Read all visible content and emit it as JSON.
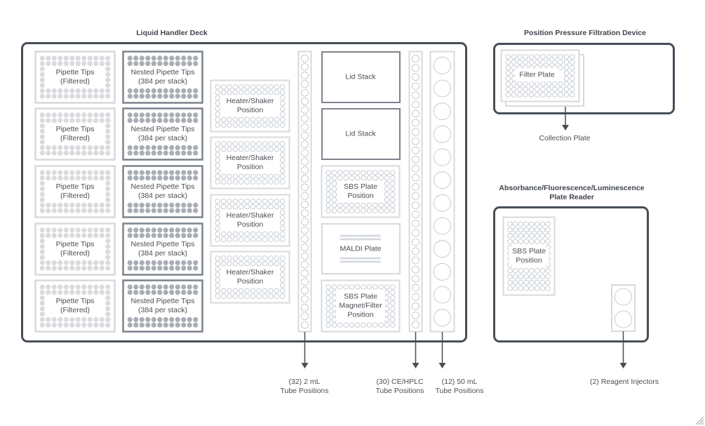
{
  "deck": {
    "title": "Liquid Handler Deck",
    "pipette_tips": [
      {
        "line1": "Pipette Tips",
        "line2": "(Filtered)"
      },
      {
        "line1": "Pipette Tips",
        "line2": "(Filtered)"
      },
      {
        "line1": "Pipette Tips",
        "line2": "(Filtered)"
      },
      {
        "line1": "Pipette Tips",
        "line2": "(Filtered)"
      },
      {
        "line1": "Pipette Tips",
        "line2": "(Filtered)"
      }
    ],
    "nested_tips": [
      {
        "line1": "Nested Pipette Tips",
        "line2": "(384 per stack)"
      },
      {
        "line1": "Nested Pipette Tips",
        "line2": "(384 per stack)"
      },
      {
        "line1": "Nested Pipette Tips",
        "line2": "(384 per stack)"
      },
      {
        "line1": "Nested Pipette Tips",
        "line2": "(384 per stack)"
      },
      {
        "line1": "Nested Pipette Tips",
        "line2": "(384 per stack)"
      }
    ],
    "heater_shakers": [
      {
        "line1": "Heater/Shaker",
        "line2": "Position"
      },
      {
        "line1": "Heater/Shaker",
        "line2": "Position"
      },
      {
        "line1": "Heater/Shaker",
        "line2": "Position"
      },
      {
        "line1": "Heater/Shaker",
        "line2": "Position"
      }
    ],
    "right_column": {
      "lid_stack_1": "Lid Stack",
      "lid_stack_2": "Lid Stack",
      "sbs_plate": {
        "line1": "SBS Plate",
        "line2": "Position"
      },
      "maldi_plate": "MALDI Plate",
      "sbs_magnet": {
        "line1": "SBS Plate",
        "line2": "Magnet/Filter",
        "line3": "Position"
      }
    },
    "tube_callouts": [
      {
        "line1": "(32) 2 mL",
        "line2": "Tube Positions"
      },
      {
        "line1": "(30) CE/HPLC",
        "line2": "Tube Positions"
      },
      {
        "line1": "(12) 50 mL",
        "line2": "Tube Positions"
      }
    ]
  },
  "filtration": {
    "title": "Position Pressure Filtration Device",
    "filter_plate": "Filter Plate",
    "callout": "Collection Plate"
  },
  "reader": {
    "title_line1": "Absorbance/Fluorescence/Luminescence",
    "title_line2": "Plate Reader",
    "sbs_plate": {
      "line1": "SBS Plate",
      "line2": "Position"
    },
    "callout": "(2) Reagent Injectors"
  },
  "colors": {
    "frame": "#474e56",
    "card_border_light": "#d7d9dc",
    "card_border_dark": "#7c838b",
    "dot_light": "#d9dbde",
    "dot_dark": "#a9aeb4",
    "well_outline": "#b9c0c8",
    "arrow": "#474e56"
  }
}
